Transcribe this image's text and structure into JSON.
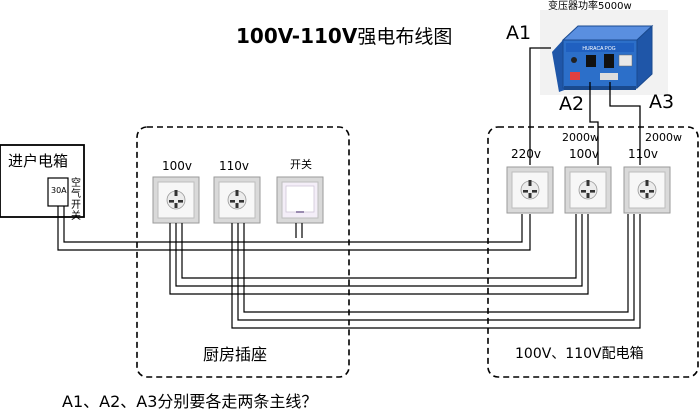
{
  "title": {
    "main": "100V-110V",
    "cn": "强电布线图"
  },
  "transformer": {
    "power_label": "变压器功率5000w",
    "brand": "HURACA POG"
  },
  "lines": {
    "a1": "A1",
    "a2": "A2",
    "a3": "A3"
  },
  "panel_box": {
    "label": "100V、110V配电箱",
    "sockets": [
      "220v",
      "100v",
      "110v"
    ],
    "power": [
      "2000w",
      "2000w"
    ]
  },
  "kitchen_box": {
    "label": "厨房插座",
    "items": [
      "100v",
      "110v",
      "开关"
    ]
  },
  "entry_box": {
    "label": "进户电箱",
    "breaker_rating": "30A",
    "breaker_label": "空气开关"
  },
  "note": "A1、A2、A3分别要各走两条主线？",
  "colors": {
    "line": "#000000",
    "socket_bg": "#d9d9d9",
    "socket_face": "#f7f7f7",
    "switch_face": "#f4eef8",
    "transformer_blue": "#2c6fc9"
  }
}
